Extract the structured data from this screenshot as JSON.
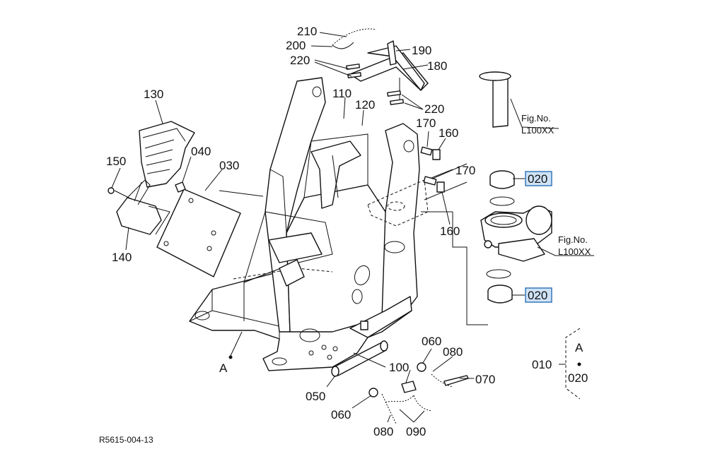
{
  "callouts": {
    "p210": "210",
    "p200": "200",
    "p190": "190",
    "p220a": "220",
    "p180": "180",
    "p220b": "220",
    "p130": "130",
    "p110": "110",
    "p120": "120",
    "p170a": "170",
    "p160a": "160",
    "p040": "040",
    "p030": "030",
    "p150": "150",
    "p170b": "170",
    "p140": "140",
    "p160b": "160",
    "p020a": "020",
    "p020b": "020",
    "pA": "A",
    "p060a": "060",
    "p080a": "080",
    "p100": "100",
    "p070": "070",
    "p050": "050",
    "p060b": "060",
    "p080b": "080",
    "p090": "090",
    "p010": "010",
    "kitA": "A",
    "kit020": "020"
  },
  "fig_refs": {
    "ref1_title": "Fig.No.",
    "ref1_code": "L100XX",
    "ref2_title": "Fig.No.",
    "ref2_code": "L100XX"
  },
  "footer": {
    "drawing_id": "R5615-004-13"
  },
  "colors": {
    "line": "#111111",
    "highlight_fill": "#cfe3f7",
    "highlight_stroke": "#2a6fb3"
  }
}
